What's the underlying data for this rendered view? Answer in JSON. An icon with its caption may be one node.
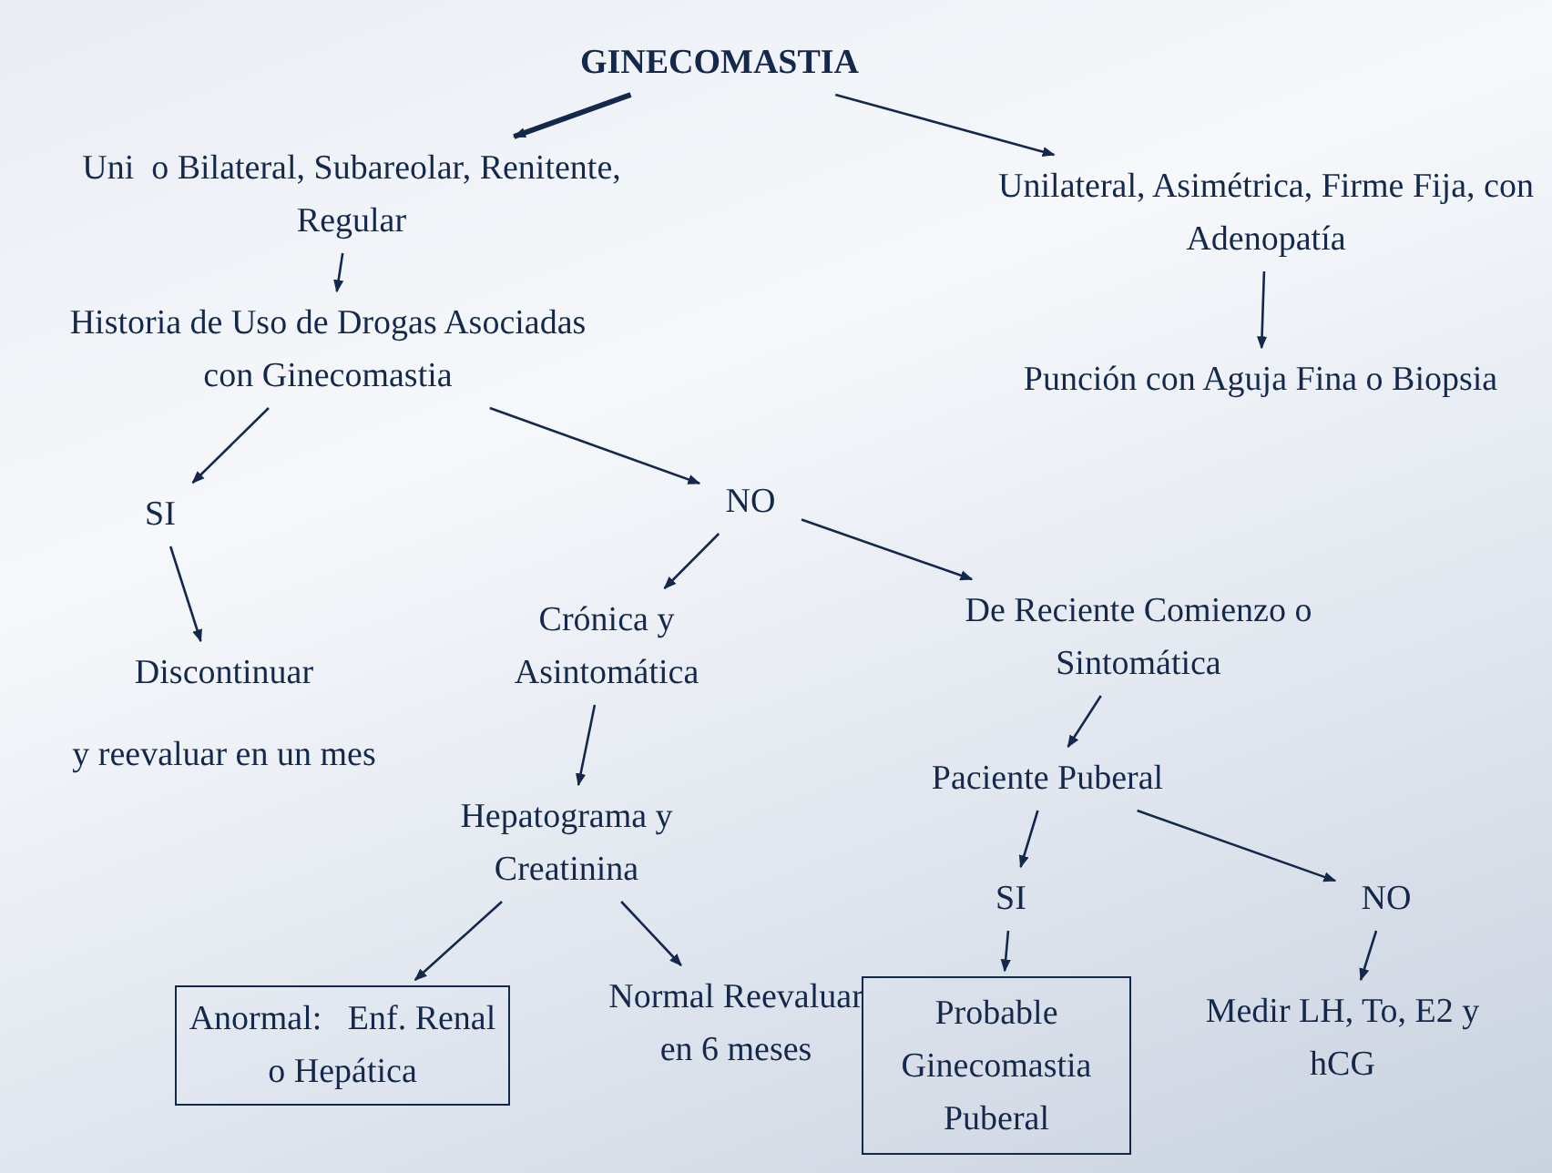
{
  "diagram": {
    "nodes": [
      {
        "text": [
          "GINECOMASTIA"
        ]
      },
      {
        "text": [
          "Uni  o Bilateral, Subareolar, Renitente, Regular"
        ]
      },
      {
        "text": [
          "Unilateral, Asimétrica, Firme Fija, con Adenopatía"
        ]
      },
      {
        "text": [
          "Historia de Uso de Drogas Asociadas con Ginecomastia"
        ]
      },
      {
        "text": [
          "Punción con Aguja Fina o Biopsia"
        ]
      },
      {
        "text": [
          "SI"
        ]
      },
      {
        "text": [
          "NO"
        ]
      },
      {
        "text": [
          "Discontinuar",
          "y reevaluar en un mes"
        ]
      },
      {
        "text": [
          "Crónica y Asintomática"
        ]
      },
      {
        "text": [
          "De Reciente Comienzo o Sintomática"
        ]
      },
      {
        "text": [
          "Hepatograma y Creatinina"
        ]
      },
      {
        "text": [
          "Paciente Puberal"
        ]
      },
      {
        "text": [
          "Anormal:   Enf. Renal o Hepática"
        ]
      },
      {
        "text": [
          "Normal Reevaluar en 6 meses"
        ]
      },
      {
        "text": [
          "SI"
        ]
      },
      {
        "text": [
          "NO"
        ]
      },
      {
        "text": [
          "Probable Ginecomastia Puberal"
        ]
      },
      {
        "text": [
          "Medir LH, To, E2 y   hCG"
        ]
      }
    ],
    "edges": [
      {
        "from": 0,
        "to": 1,
        "arrow": "to",
        "style": "thick"
      },
      {
        "from": 0,
        "to": 2,
        "arrow": "to"
      },
      {
        "from": 1,
        "to": 3,
        "arrow": "to"
      },
      {
        "from": 2,
        "to": 4,
        "arrow": "to"
      },
      {
        "from": 3,
        "to": 5,
        "arrow": "to"
      },
      {
        "from": 3,
        "to": 6,
        "arrow": "to"
      },
      {
        "from": 5,
        "to": 7,
        "arrow": "to"
      },
      {
        "from": 6,
        "to": 8,
        "arrow": "to"
      },
      {
        "from": 6,
        "to": 9,
        "arrow": "to"
      },
      {
        "from": 8,
        "to": 10,
        "arrow": "to"
      },
      {
        "from": 9,
        "to": 11,
        "arrow": "to"
      },
      {
        "from": 10,
        "to": 12,
        "arrow": "to"
      },
      {
        "from": 10,
        "to": 13,
        "arrow": "to"
      },
      {
        "from": 11,
        "to": 14,
        "arrow": "to"
      },
      {
        "from": 11,
        "to": 15,
        "arrow": "to"
      },
      {
        "from": 14,
        "to": 16,
        "arrow": "to"
      },
      {
        "from": 15,
        "to": 17,
        "arrow": "to"
      }
    ]
  }
}
